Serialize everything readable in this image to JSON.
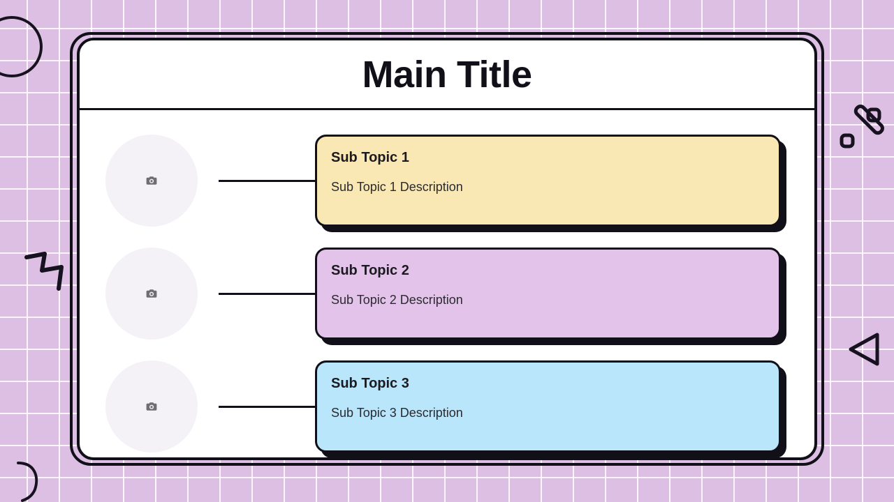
{
  "theme": {
    "background_color": "#ddbfe4",
    "grid_line_color": "#ffffff",
    "frame_border_color": "#111018",
    "frame_fill_color": "#ffffff",
    "thumb_color": "#f4f2f6",
    "text_color": "#111018"
  },
  "header": {
    "title": "Main Title"
  },
  "rows": [
    {
      "thumb_icon": "camera-icon",
      "title": "Sub Topic 1",
      "description": "Sub Topic 1 Description",
      "color": "#fae8b4"
    },
    {
      "thumb_icon": "camera-icon",
      "title": "Sub Topic 2",
      "description": "Sub Topic 2 Description",
      "color": "#e3c3e9"
    },
    {
      "thumb_icon": "camera-icon",
      "title": "Sub Topic 3",
      "description": "Sub Topic 3 Description",
      "color": "#b9e6fa"
    }
  ],
  "decorations": [
    {
      "name": "circle-outline-decoration"
    },
    {
      "name": "zigzag-decoration"
    },
    {
      "name": "crescent-decoration"
    },
    {
      "name": "percent-decoration"
    },
    {
      "name": "triangle-decoration"
    }
  ]
}
